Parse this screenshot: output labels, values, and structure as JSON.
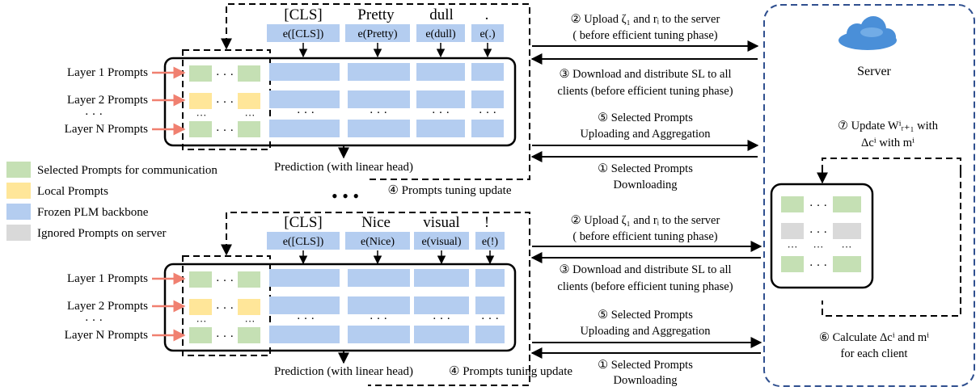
{
  "colors": {
    "selected_prompt": "#c5e0b4",
    "local_prompt": "#ffe699",
    "frozen_backbone": "#b4cdf0",
    "ignored_prompt": "#d9d9d9",
    "arrow_layer": "#f08070",
    "server_border": "#2f4f8f",
    "cloud": "#4a8fd8"
  },
  "legend": [
    {
      "name": "selected",
      "label": "Selected Prompts for communication"
    },
    {
      "name": "local",
      "label": "Local Prompts"
    },
    {
      "name": "frozen",
      "label": "Frozen PLM backbone"
    },
    {
      "name": "ignored",
      "label": "Ignored Prompts on server"
    }
  ],
  "client_top": {
    "tokens": [
      "[CLS]",
      "Pretty",
      "dull",
      "."
    ],
    "embeddings": [
      "e([CLS])",
      "e(Pretty)",
      "e(dull)",
      "e(.)"
    ],
    "layers": [
      "Layer 1 Prompts",
      "Layer 2 Prompts",
      "Layer N Prompts"
    ],
    "prediction": "Prediction (with linear head)",
    "tuning_update": "④ Prompts tuning update"
  },
  "client_bottom": {
    "tokens": [
      "[CLS]",
      "Nice",
      "visual",
      "!"
    ],
    "embeddings": [
      "e([CLS])",
      "e(Nice)",
      "e(visual)",
      "e(!)"
    ],
    "layers": [
      "Layer 1 Prompts",
      "Layer 2 Prompts",
      "Layer N Prompts"
    ],
    "prediction": "Prediction (with linear head)",
    "tuning_update": "④ Prompts tuning update"
  },
  "dots": "· · ·",
  "vdots": "···",
  "messages_top": {
    "upload": [
      "② Upload ζ₁ and rᵢ to the server",
      "( before efficient tuning phase)"
    ],
    "download_sl": [
      "③ Download and distribute SL to all",
      "clients (before efficient tuning phase)"
    ],
    "aggregate": [
      "⑤ Selected Prompts",
      "Uploading and Aggregation"
    ],
    "download_prompts": [
      "① Selected Prompts",
      "Downloading"
    ]
  },
  "messages_bottom": {
    "upload": [
      "② Upload ζ₁ and rᵢ to the server",
      "( before efficient tuning phase)"
    ],
    "download_sl": [
      "③ Download and distribute SL to all",
      "clients (before efficient tuning phase)"
    ],
    "aggregate": [
      "⑤ Selected Prompts",
      "Uploading and Aggregation"
    ],
    "download_prompts": [
      "① Selected Prompts",
      "Downloading"
    ]
  },
  "server": {
    "title": "Server",
    "update": [
      "⑦ Update Wⁱᵣ₊₁ with",
      "Δcⁱ with mⁱ"
    ],
    "calculate": [
      "⑥ Calculate Δcⁱ and mⁱ",
      "for each client"
    ]
  },
  "between_clients": "• • •"
}
